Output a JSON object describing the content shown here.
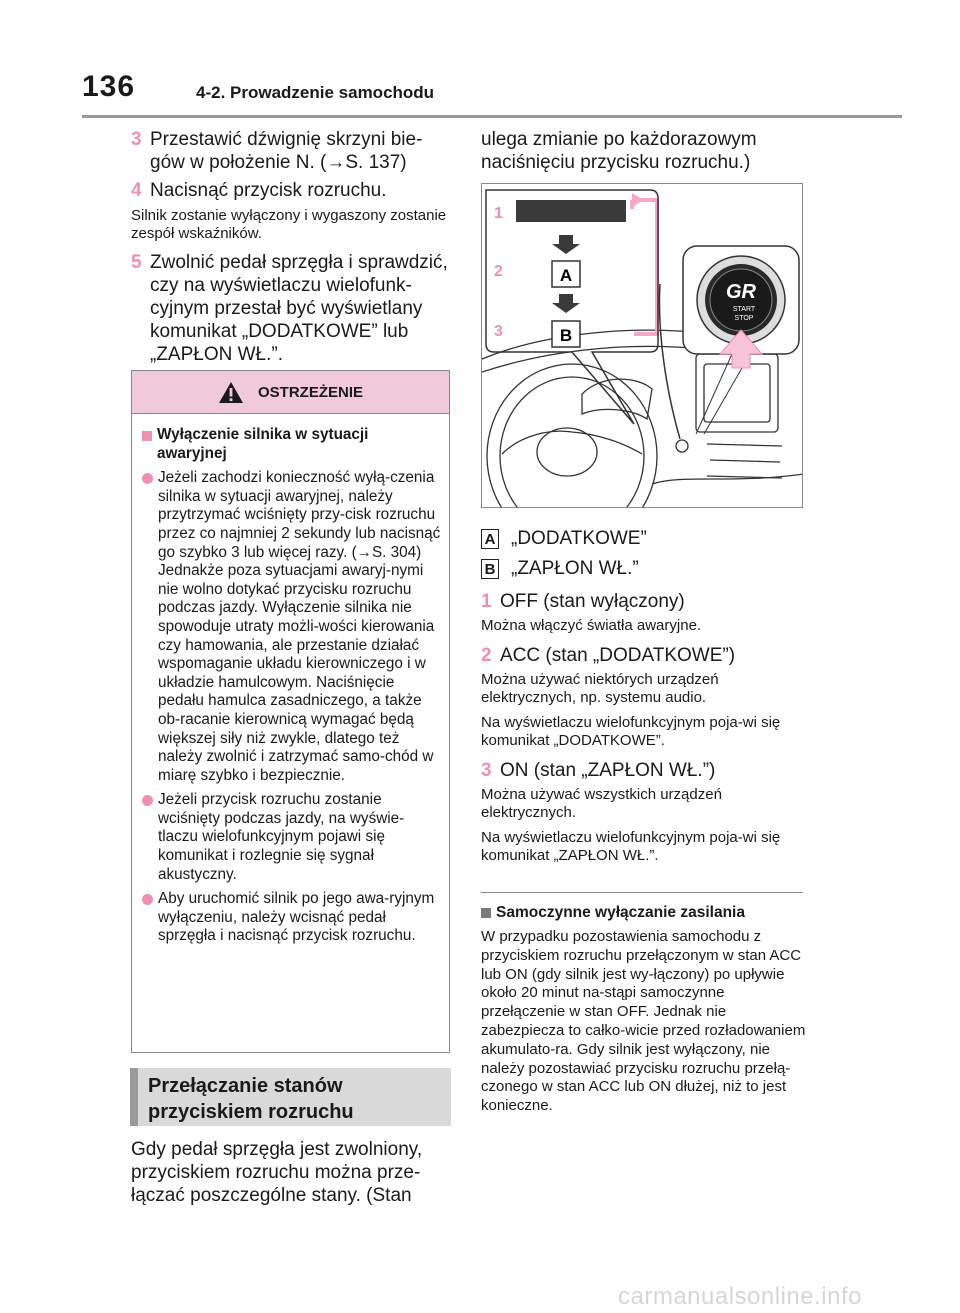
{
  "page_number": "136",
  "section_header": "4-2. Prowadzenie samochodu",
  "left_steps": [
    {
      "num": "3",
      "text": "Przestawić dźwignię skrzyni bie-gów w położenie N. (→S. 137)"
    },
    {
      "num": "4",
      "text": "Nacisnąć przycisk rozruchu."
    }
  ],
  "left_note": "Silnik zostanie wyłączony i wygaszony zostanie zespół wskaźników.",
  "step5": {
    "num": "5",
    "text": "Zwolnić pedał sprzęgła i sprawdzić, czy na wyświetlaczu wielofunk-cyjnym przestał być wyświetlany komunikat „DODATKOWE” lub „ZAPŁON WŁ.”."
  },
  "warning": {
    "title": "OSTRZEŻENIE",
    "heading": "Wyłączenie silnika w sytuacji awaryjnej",
    "bullets": [
      "Jeżeli zachodzi konieczność wyłą-czenia silnika w sytuacji awaryjnej, należy przytrzymać wciśnięty przy-cisk rozruchu przez co najmniej 2 sekundy lub nacisnąć go szybko 3 lub więcej razy. (→S. 304) Jednakże poza sytuacjami awaryj-nymi nie wolno dotykać przycisku rozruchu podczas jazdy. Wyłączenie silnika nie spowoduje utraty możli-wości kierowania czy hamowania, ale przestanie działać wspomaganie układu kierowniczego i w układzie hamulcowym. Naciśnięcie pedału hamulca zasadniczego, a także ob-racanie kierownicą wymagać będą większej siły niż zwykle, dlatego też należy zwolnić i zatrzymać samo-chód w miarę szybko i bezpiecznie.",
      "Jeżeli przycisk rozruchu zostanie wciśnięty podczas jazdy, na wyświe-tlaczu wielofunkcyjnym pojawi się komunikat i rozlegnie się sygnał akustyczny.",
      "Aby uruchomić silnik po jego awa-ryjnym wyłączeniu, należy wcisnąć pedał sprzęgła i nacisnąć przycisk rozruchu."
    ]
  },
  "section_title_line1": "Przełączanie stanów",
  "section_title_line2": "przyciskiem rozruchu",
  "left_body": "Gdy pedał sprzęgła jest zwolniony, przyciskiem rozruchu można prze-łączać poszczególne stany. (Stan",
  "right_top": "ulega zmianie po każdorazowym naciśnięciu przycisku rozruchu.)",
  "figure": {
    "numbers": [
      "1",
      "2",
      "3"
    ],
    "letters": [
      "A",
      "B"
    ],
    "button_logo": "GR",
    "button_text1": "START",
    "button_text2": "STOP"
  },
  "legend": [
    {
      "letter": "A",
      "text": "„DODATKOWE”"
    },
    {
      "letter": "B",
      "text": "„ZAPŁON WŁ.”"
    }
  ],
  "states": [
    {
      "num": "1",
      "title": "OFF (stan wyłączony)",
      "notes": [
        "Można włączyć światła awaryjne."
      ]
    },
    {
      "num": "2",
      "title": "ACC (stan „DODATKOWE”)",
      "notes": [
        "Można używać niektórych urządzeń elektrycznych, np. systemu audio.",
        "Na wyświetlaczu wielofunkcyjnym poja-wi się komunikat „DODATKOWE”."
      ]
    },
    {
      "num": "3",
      "title": "ON (stan „ZAPŁON WŁ.”)",
      "notes": [
        "Można używać wszystkich urządzeń elektrycznych.",
        "Na wyświetlaczu wielofunkcyjnym poja-wi się komunikat „ZAPŁON WŁ.”."
      ]
    }
  ],
  "auto_off": {
    "title": "Samoczynne wyłączanie zasilania",
    "text": "W przypadku pozostawienia samochodu z przyciskiem rozruchu przełączonym w stan ACC lub ON (gdy silnik jest wy-łączony) po upływie około 20 minut na-stąpi samoczynne przełączenie w stan OFF. Jednak nie zabezpiecza to całko-wicie przed rozładowaniem akumulato-ra. Gdy silnik jest wyłączony, nie należy pozostawiać przycisku rozruchu przełą-czonego w stan ACC lub ON dłużej, niż to jest konieczne."
  },
  "watermark": "carmanualsonline.info",
  "colors": {
    "accent": "#ef8fb4",
    "warning_header": "#f0c9da",
    "section_bg": "#d9d9d9"
  }
}
